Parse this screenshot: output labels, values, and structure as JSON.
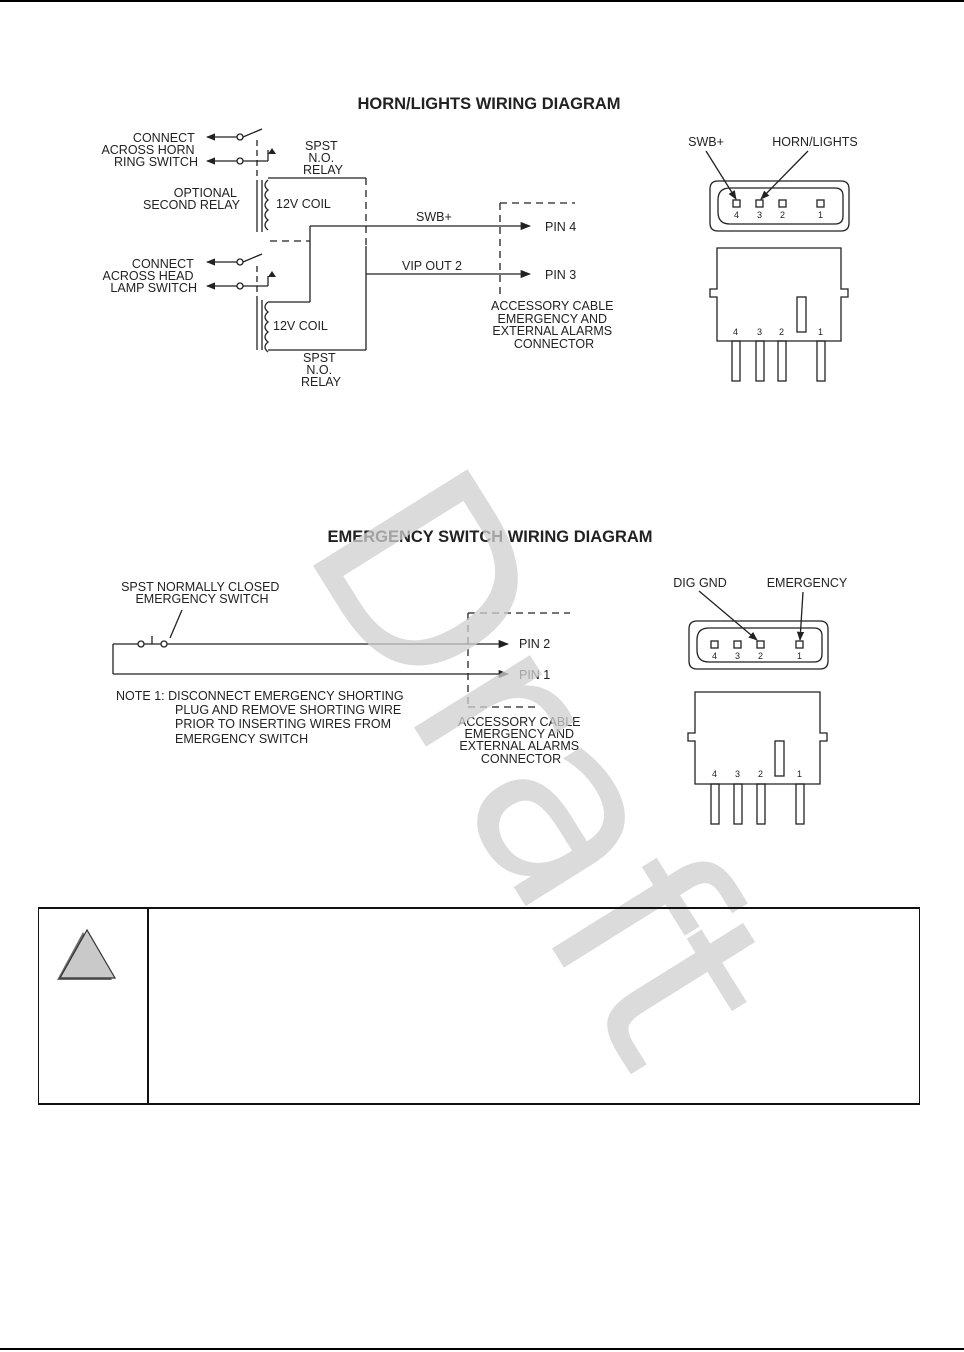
{
  "horn_diagram": {
    "title": "HORN/LIGHTS WIRING DIAGRAM",
    "connect_horn": [
      "CONNECT",
      "ACROSS HORN",
      "RING SWITCH"
    ],
    "optional_relay": [
      "OPTIONAL",
      "SECOND RELAY"
    ],
    "connect_lamp": [
      "CONNECT",
      "ACROSS HEAD",
      "LAMP SWITCH"
    ],
    "relay_top": [
      "SPST",
      "N.O.",
      "RELAY"
    ],
    "relay_bottom": [
      "SPST",
      "N.O.",
      "RELAY"
    ],
    "coil_top": "12V COIL",
    "coil_bottom": "12V COIL",
    "wire_swb": "SWB+",
    "wire_vip": "VIP OUT 2",
    "pin4": "PIN 4",
    "pin3": "PIN 3",
    "accessory": [
      "ACCESSORY CABLE",
      "EMERGENCY AND",
      "EXTERNAL ALARMS",
      "CONNECTOR"
    ],
    "conn_label_left": "SWB+",
    "conn_label_right": "HORN/LIGHTS",
    "pin_numbers": [
      "4",
      "3",
      "2",
      "1"
    ]
  },
  "emergency_diagram": {
    "title": "EMERGENCY SWITCH WIRING DIAGRAM",
    "switch_label": [
      "SPST NORMALLY CLOSED",
      "EMERGENCY SWITCH"
    ],
    "pin2": "PIN 2",
    "pin1": "PIN 1",
    "note": [
      "NOTE 1:  DISCONNECT  EMERGENCY  SHORTING",
      "PLUG  AND  REMOVE  SHORTING  WIRE",
      "PRIOR   TO   INSERTING   WIRES   FROM",
      "EMERGENCY SWITCH"
    ],
    "accessory": [
      "ACCESSORY CABLE",
      "EMERGENCY AND",
      "EXTERNAL ALARMS",
      "CONNECTOR"
    ],
    "conn_label_left": "DIG GND",
    "conn_label_right": "EMERGENCY",
    "pin_numbers": [
      "4",
      "3",
      "2",
      "1"
    ]
  },
  "watermark": "Draft",
  "caution": {
    "icon": "caution-triangle-icon"
  }
}
